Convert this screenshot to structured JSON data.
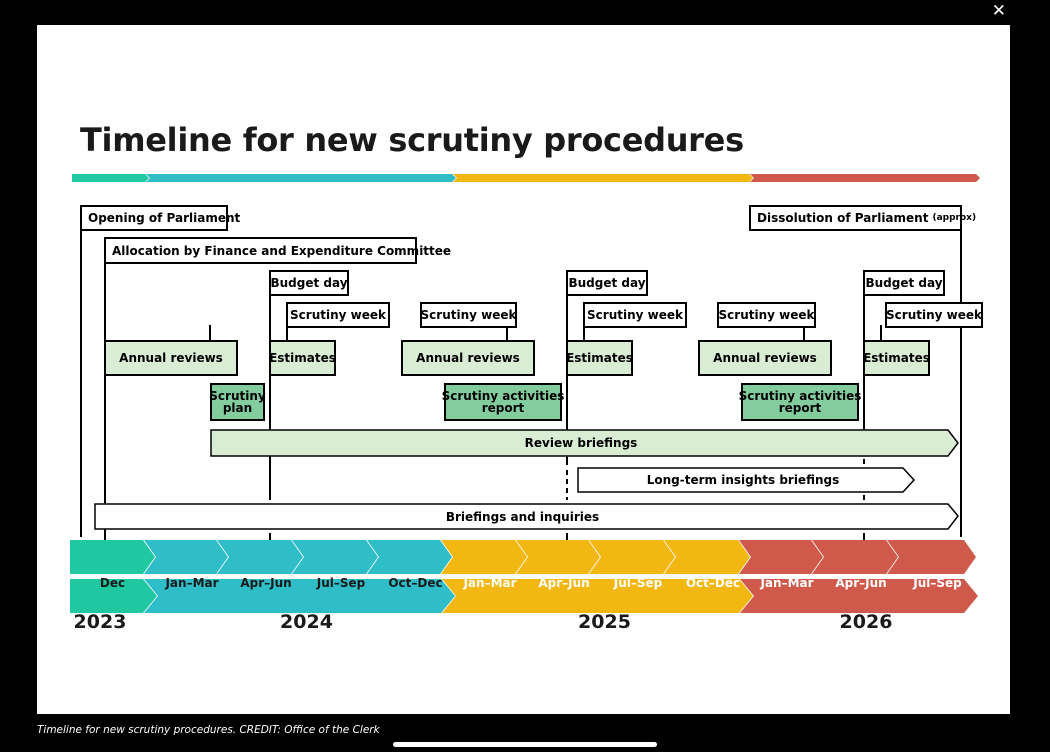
{
  "viewer": {
    "close_icon": "close-icon",
    "caption": "Timeline for new scrutiny procedures. CREDIT: Office of the Clerk"
  },
  "diagram": {
    "title": "Timeline for new scrutiny procedures",
    "colors": {
      "teal_green": "#1fc8a1",
      "teal": "#2fbdc8",
      "yellow": "#f2b711",
      "red": "#cf5a4b",
      "light_green": "#d9ecd4",
      "mid_green": "#82cc9e"
    },
    "events": {
      "opening": "Opening of Parliament",
      "dissolution": "Dissolution of Parliament",
      "dissolution_note": "(approx)",
      "allocation": "Allocation by Finance and Expenditure Committee",
      "budget_day": "Budget day",
      "scrutiny_week": "Scrutiny week",
      "annual_reviews": "Annual reviews",
      "estimates": "Estimates",
      "scrutiny_plan_line1": "Scrutiny",
      "scrutiny_plan_line2": "plan",
      "activities_line1": "Scrutiny activities",
      "activities_line2": "report"
    },
    "arrows": {
      "review": "Review briefings",
      "long_term": "Long-term insights briefings",
      "inquiries": "Briefings and inquiries"
    },
    "quarters": [
      "Dec",
      "Jan–Mar",
      "Apr–Jun",
      "Jul–Sep",
      "Oct–Dec",
      "Jan–Mar",
      "Apr–Jun",
      "Jul–Sep",
      "Oct–Dec",
      "Jan–Mar",
      "Apr–Jun",
      "Jul–Sep"
    ],
    "years": [
      "2023",
      "2024",
      "2025",
      "2026"
    ]
  }
}
